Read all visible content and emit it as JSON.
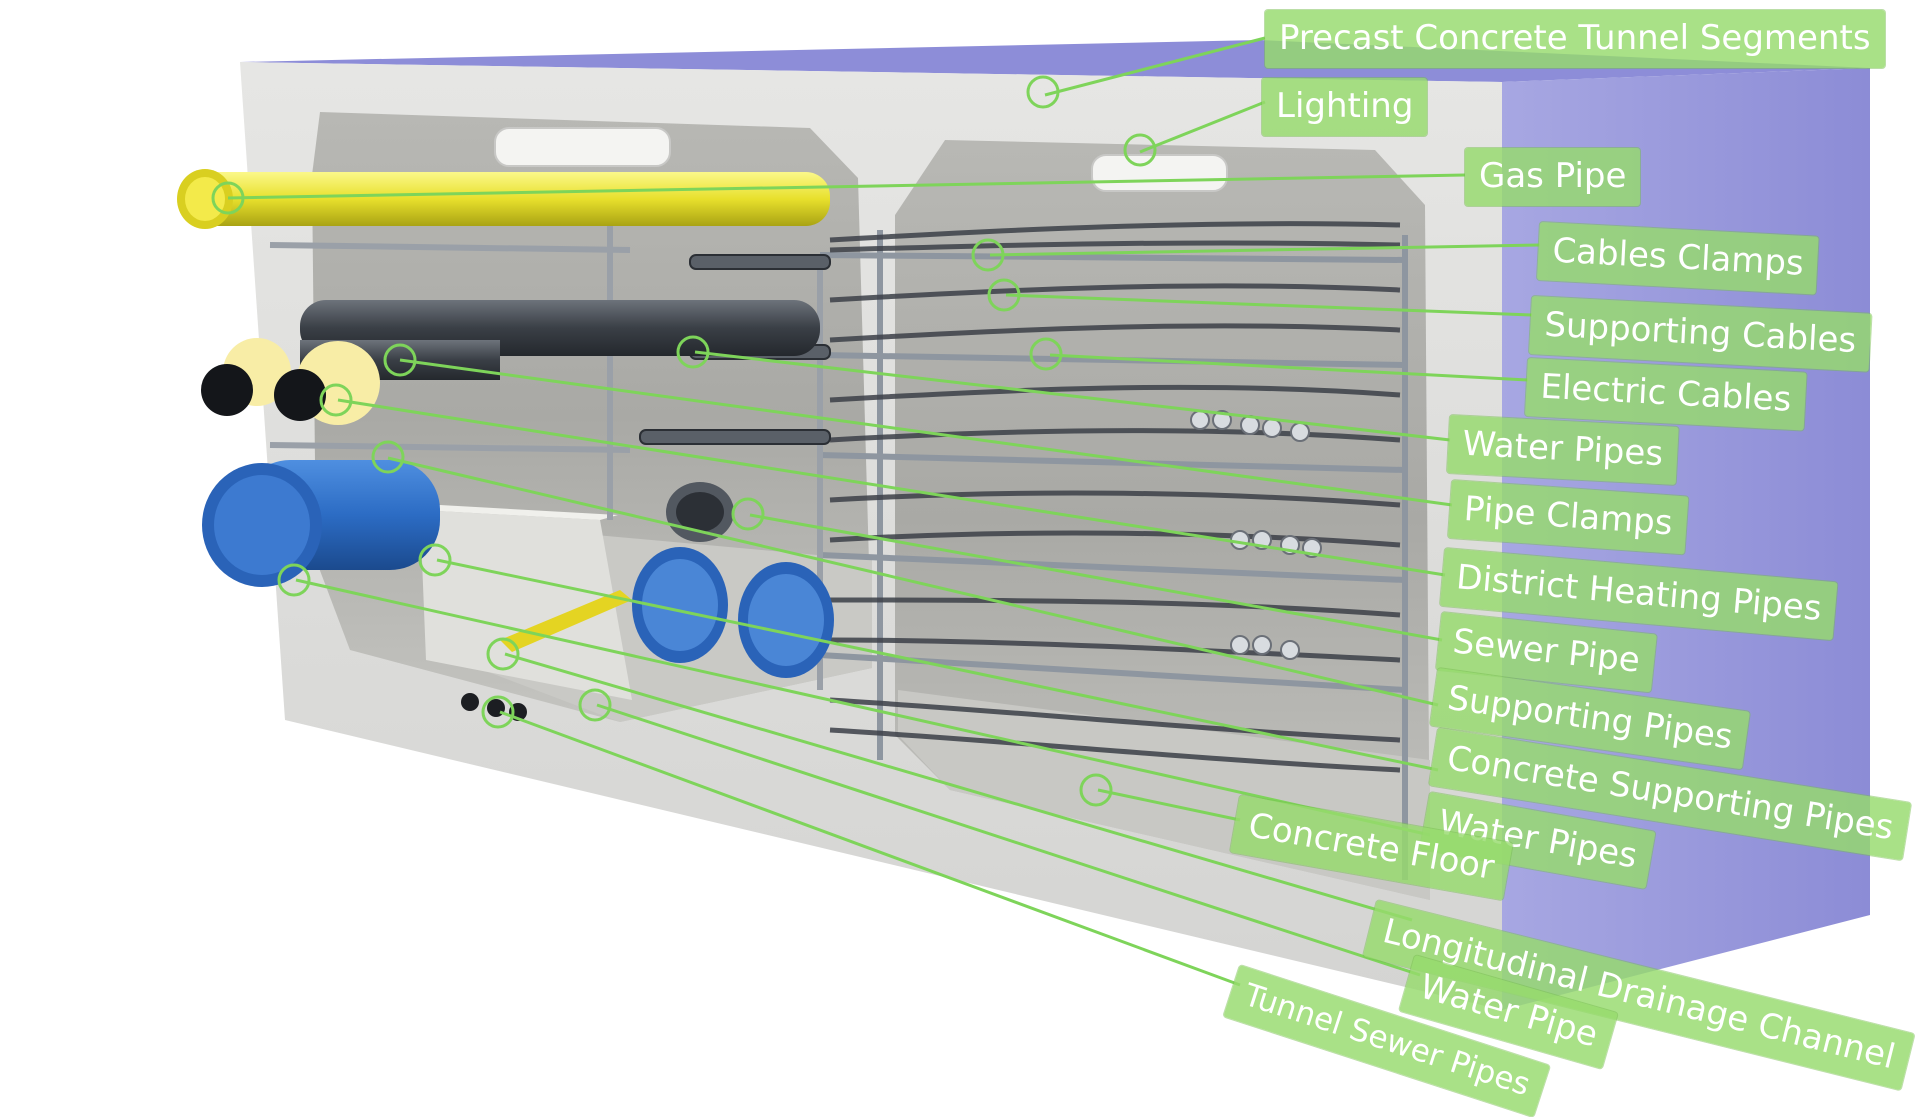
{
  "diagram": {
    "callout_color": "#7ed45a",
    "label_bg": "#96da6c",
    "labels": [
      {
        "id": "precast",
        "text": "Precast Concrete Tunnel Segments"
      },
      {
        "id": "lighting",
        "text": "Lighting"
      },
      {
        "id": "gas",
        "text": "Gas Pipe"
      },
      {
        "id": "cables-clamps",
        "text": "Cables Clamps"
      },
      {
        "id": "supporting-cables",
        "text": "Supporting Cables"
      },
      {
        "id": "electric-cables",
        "text": "Electric Cables"
      },
      {
        "id": "water-pipes-1",
        "text": "Water Pipes"
      },
      {
        "id": "pipe-clamps",
        "text": "Pipe Clamps"
      },
      {
        "id": "district-heating",
        "text": "District Heating Pipes"
      },
      {
        "id": "sewer-pipe",
        "text": "Sewer Pipe"
      },
      {
        "id": "supporting-pipes",
        "text": "Supporting Pipes"
      },
      {
        "id": "concrete-supporting",
        "text": "Concrete Supporting Pipes"
      },
      {
        "id": "water-pipes-2",
        "text": "Water Pipes"
      },
      {
        "id": "concrete-floor",
        "text": "Concrete Floor"
      },
      {
        "id": "drainage",
        "text": "Longitudinal Drainage Channel"
      },
      {
        "id": "water-pipe",
        "text": "Water Pipe"
      },
      {
        "id": "sewer-pipes",
        "text": "Tunnel Sewer Pipes"
      }
    ]
  }
}
